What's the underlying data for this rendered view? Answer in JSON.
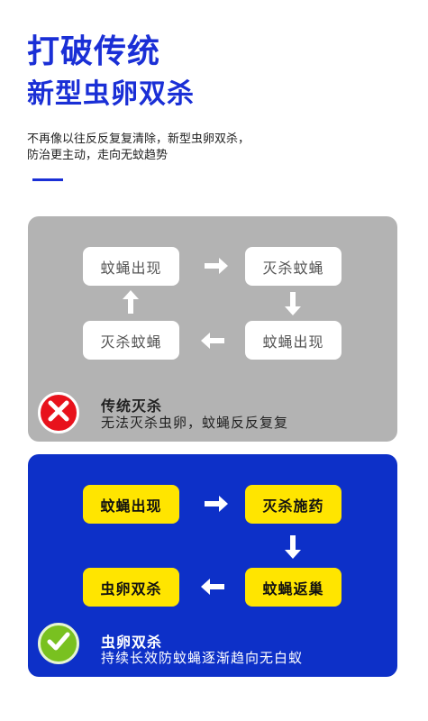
{
  "header": {
    "headline_line1": "打破传统",
    "headline_line2": "新型虫卵双杀",
    "description_line1": "不再像以往反反复复清除，新型虫卵双杀，",
    "description_line2": "防治更主动，走向无蚊趋势"
  },
  "traditional": {
    "steps": [
      "蚊蝇出现",
      "灭杀蚊蝇",
      "蚊蝇出现",
      "灭杀蚊蝇"
    ],
    "note_title": "传统灭杀",
    "note_text": "无法灭杀虫卵，蚊蝇反反复复",
    "badge_icon": "cross-icon",
    "panel_color": "#b3b3b3",
    "badge_color": "#e8121c"
  },
  "new_method": {
    "steps": [
      "蚊蝇出现",
      "灭杀施药",
      "蚊蝇返巢",
      "虫卵双杀"
    ],
    "note_title": "虫卵双杀",
    "note_text": "持续长效防蚊蝇逐渐趋向无白蚁",
    "badge_icon": "checkmark-icon",
    "panel_color": "#0d30c8",
    "step_color": "#ffe500",
    "badge_color": "#79c120"
  },
  "colors": {
    "accent_blue": "#1a2fd6"
  }
}
